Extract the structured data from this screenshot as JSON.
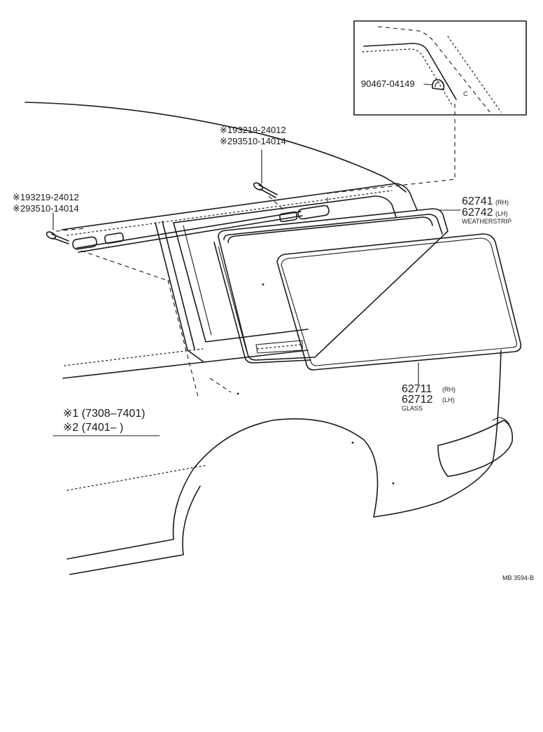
{
  "inset": {
    "part_no": "90467-04149",
    "letter": "C"
  },
  "callouts": {
    "rod_fastener_top": {
      "line1": "※193219-24012",
      "line2": "※293510-14014"
    },
    "rod_fastener_left": {
      "line1": "※193219-24012",
      "line2": "※293510-14014"
    },
    "weatherstrip": {
      "rh_no": "62741",
      "rh_tag": "(RH)",
      "lh_no": "62742",
      "lh_tag": "(LH)",
      "name": "WEATHERSTRIP"
    },
    "glass": {
      "rh_no": "62711",
      "rh_tag": "(RH)",
      "lh_no": "62712",
      "lh_tag": "(LH)",
      "name": "GLASS"
    }
  },
  "legend": {
    "row1": "※1 (7308–7401)",
    "row2": "※2 (7401–        )"
  },
  "drawing_code": "MB 3594-B"
}
